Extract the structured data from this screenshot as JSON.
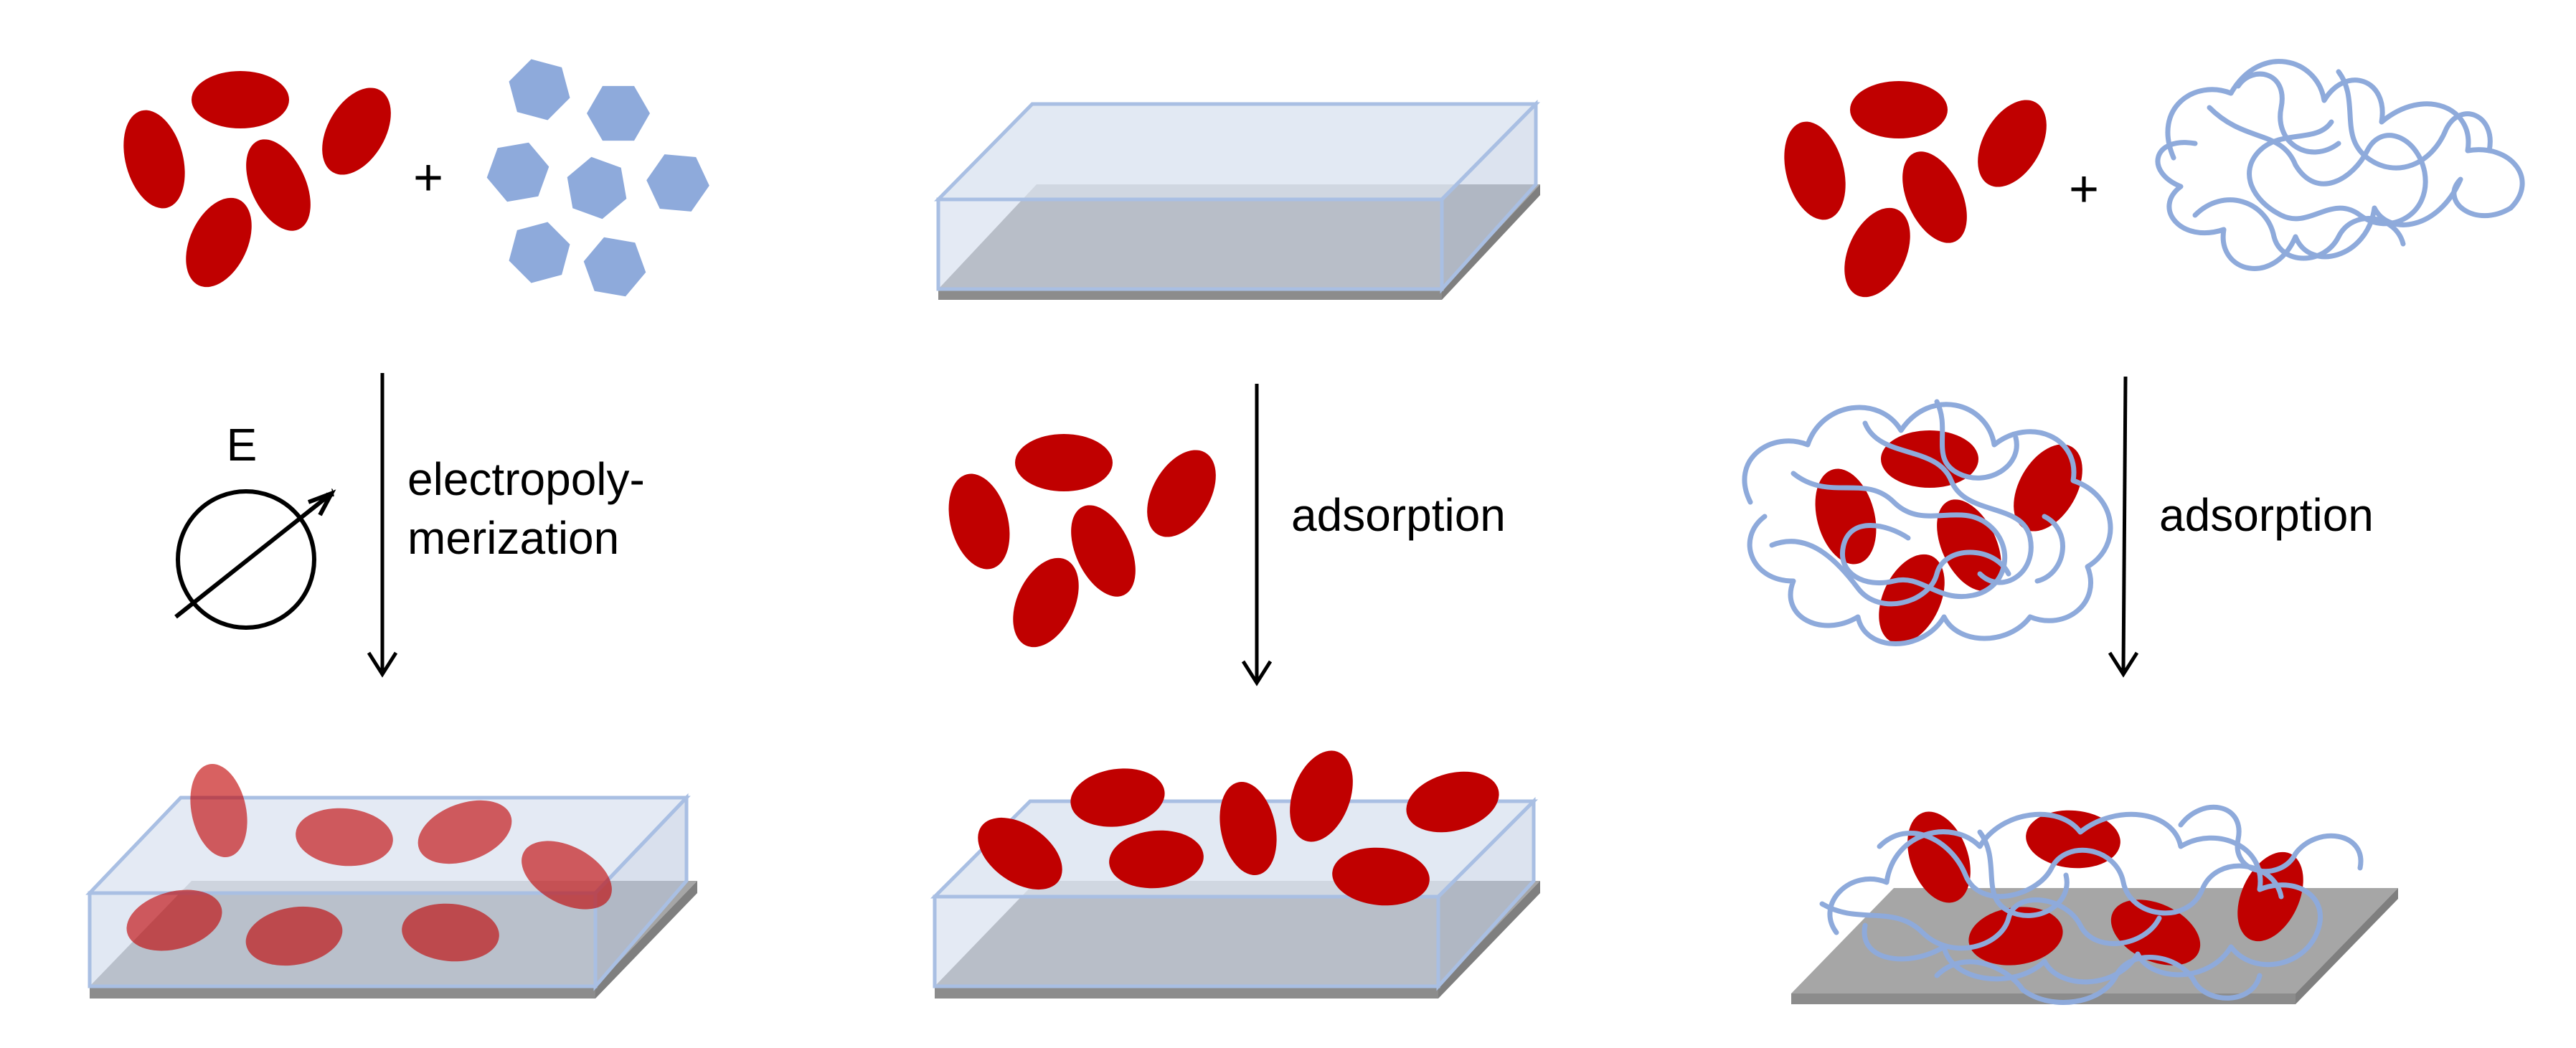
{
  "colors": {
    "enzyme": "#c00000",
    "monomer": "#8eaadb",
    "film_fill": "#dbe3f0",
    "film_edge": "#a9bfe3",
    "electrode_top": "#b0b0b0",
    "electrode_edge": "#8c8c8c",
    "arrow": "#000000"
  },
  "icons": {
    "enzyme": "red-ellipse-enzyme-icon",
    "monomer": "blue-hexagon-monomer-icon",
    "polymer": "blue-polymer-coil-icon",
    "potentiostat": "variable-potential-source-icon"
  },
  "panels": [
    {
      "plus_label": "+",
      "potential_label": "E",
      "step_label_line1": "electropoly-",
      "step_label_line2": "merization"
    },
    {
      "step_label": "adsorption"
    },
    {
      "plus_label": "+",
      "step_label": "adsorption"
    }
  ]
}
